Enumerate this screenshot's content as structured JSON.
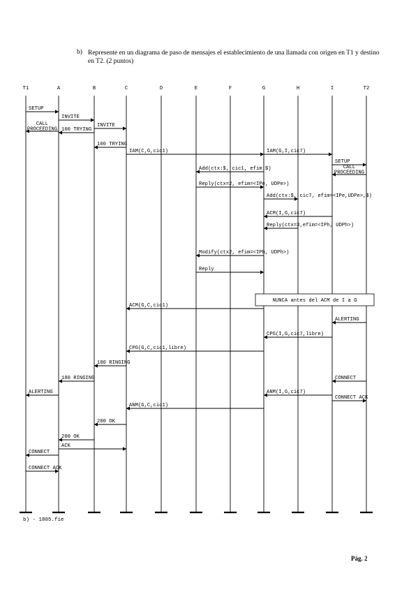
{
  "question": {
    "number": "b)",
    "text": "Represente en un diagrama de paso de mensajes el establecimiento de una llamada con origen en T1 y destino en T2. (2 puntos)"
  },
  "entities": [
    "T1",
    "A",
    "B",
    "C",
    "D",
    "E",
    "F",
    "G",
    "H",
    "I",
    "T2"
  ],
  "messages": [
    {
      "label": "SETUP",
      "from": "T1",
      "to": "A"
    },
    {
      "label": "INVITE",
      "from": "A",
      "to": "B"
    },
    {
      "label": "INVITE",
      "from": "B",
      "to": "C"
    },
    {
      "label": "CALL PROCEEDING",
      "from": "A",
      "to": "T1"
    },
    {
      "label": "100 TRYING",
      "from": "B",
      "to": "A"
    },
    {
      "label": "100 TRYING",
      "from": "C",
      "to": "B"
    },
    {
      "label": "IAM(C,G,cic1)",
      "from": "C",
      "to": "G"
    },
    {
      "label": "IAM(G,I,cic7)",
      "from": "G",
      "to": "I"
    },
    {
      "label": "SETUP",
      "from": "I",
      "to": "T2"
    },
    {
      "label": "Add(ctx:$, cic1, efim:$)",
      "from": "G",
      "to": "E"
    },
    {
      "label": "CALL PROCEEDING",
      "from": "T2",
      "to": "I"
    },
    {
      "label": "Reply(ctx=2, efim=<IPe, UDPe>)",
      "from": "E",
      "to": "G"
    },
    {
      "label": "Add(ctx:$, cic7, efim=<IPe,UDPe>,$)",
      "from": "G",
      "to": "H"
    },
    {
      "label": "ACM(I,G,cic7)",
      "from": "I",
      "to": "G"
    },
    {
      "label": "Reply(ctx=3,efim=<IPh, UDPh>)",
      "from": "H",
      "to": "G"
    },
    {
      "label": "Modify(ctx2, efim=<IPh, UDPh>)",
      "from": "G",
      "to": "E"
    },
    {
      "label": "Reply",
      "from": "E",
      "to": "G"
    },
    {
      "label": "ACM(G,C,cic1)",
      "from": "G",
      "to": "C"
    },
    {
      "label": "ALERTING",
      "from": "T2",
      "to": "I"
    },
    {
      "label": "CPG(I,G,cic7,libre)",
      "from": "I",
      "to": "G"
    },
    {
      "label": "CPG(G,C,cic1,libre)",
      "from": "G",
      "to": "C"
    },
    {
      "label": "180 RINGING",
      "from": "C",
      "to": "B"
    },
    {
      "label": "180 RINGING",
      "from": "B",
      "to": "A"
    },
    {
      "label": "CONNECT",
      "from": "T2",
      "to": "I"
    },
    {
      "label": "ALERTING",
      "from": "A",
      "to": "T1"
    },
    {
      "label": "ANM(I,G,cic7)",
      "from": "I",
      "to": "G"
    },
    {
      "label": "CONNECT ACK",
      "from": "I",
      "to": "T2"
    },
    {
      "label": "ANM(G,C,cic1)",
      "from": "G",
      "to": "C"
    },
    {
      "label": "200 OK",
      "from": "C",
      "to": "B"
    },
    {
      "label": "200 OK",
      "from": "B",
      "to": "A"
    },
    {
      "label": "ACK",
      "from": "A",
      "to": "C"
    },
    {
      "label": "CONNECT",
      "from": "A",
      "to": "T1"
    },
    {
      "label": "CONNECT ACK",
      "from": "T1",
      "to": "A"
    }
  ],
  "note": "NUNCA antes del ACM de I a G",
  "caption": "b) - 1805.fie",
  "page_number": "Pág. 2"
}
